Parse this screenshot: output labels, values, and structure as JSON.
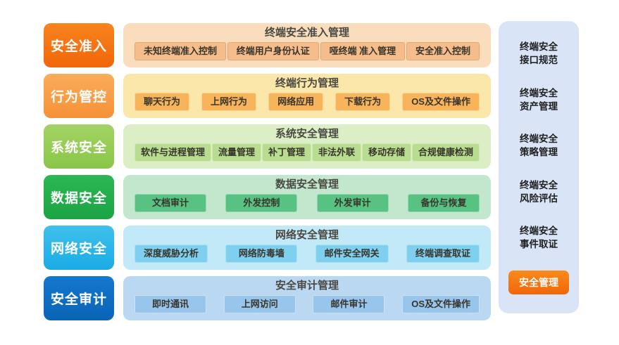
{
  "palette": {
    "row_themes": [
      {
        "label": "#F1660A",
        "panel": "#FADDBD",
        "chip": "#F6BD8C"
      },
      {
        "label": "#F69138",
        "panel": "#FCE7AB",
        "chip": "#F8B45A"
      },
      {
        "label": "#8AC64A",
        "panel": "#DCEEC6",
        "chip": "#B8DD90"
      },
      {
        "label": "#1BA443",
        "panel": "#C2E7CD",
        "chip": "#57C282"
      },
      {
        "label": "#1AACE5",
        "panel": "#C2E9F7",
        "chip": "#7FD0EE"
      },
      {
        "label": "#0A64B6",
        "panel": "#BBD8F3",
        "chip": "#97C5EC"
      }
    ],
    "sidebar_bg": "#D9E5F6",
    "button_orange": "#F0660A"
  },
  "rows": [
    {
      "category": "安全准入",
      "title": "终端安全准入管理",
      "chips": [
        "未知终端准入控制",
        "终端用户身份认证",
        "哑终端 准入管理",
        "安全准入控制"
      ]
    },
    {
      "category": "行为管控",
      "title": "终端行为管理",
      "chips": [
        "聊天行为",
        "上网行为",
        "网络应用",
        "下载行为",
        "OS及文件操作"
      ]
    },
    {
      "category": "系统安全",
      "title": "系统安全管理",
      "chips": [
        "软件与进程管理",
        "流量管理",
        "补丁管理",
        "非法外联",
        "移动存储",
        "合规健康检测"
      ]
    },
    {
      "category": "数据安全",
      "title": "数据安全管理",
      "chips": [
        "文档审计",
        "外发控制",
        "外发审计",
        "备份与恢复"
      ]
    },
    {
      "category": "网络安全",
      "title": "网络安全管理",
      "chips": [
        "深度威胁分析",
        "网络防毒墙",
        "邮件安全网关",
        "终端调查取证"
      ]
    },
    {
      "category": "安全审计",
      "title": "安全审计管理",
      "chips": [
        "即时通讯",
        "上网访问",
        "邮件审计",
        "OS及文件操作"
      ]
    }
  ],
  "sidebar": {
    "items": [
      {
        "line1": "终端安全",
        "line2": "接口规范"
      },
      {
        "line1": "终端安全",
        "line2": "资产管理"
      },
      {
        "line1": "终端安全",
        "line2": "策略管理"
      },
      {
        "line1": "终端安全",
        "line2": "风险评估"
      },
      {
        "line1": "终端安全",
        "line2": "事件取证"
      }
    ],
    "button": "安全管理"
  }
}
